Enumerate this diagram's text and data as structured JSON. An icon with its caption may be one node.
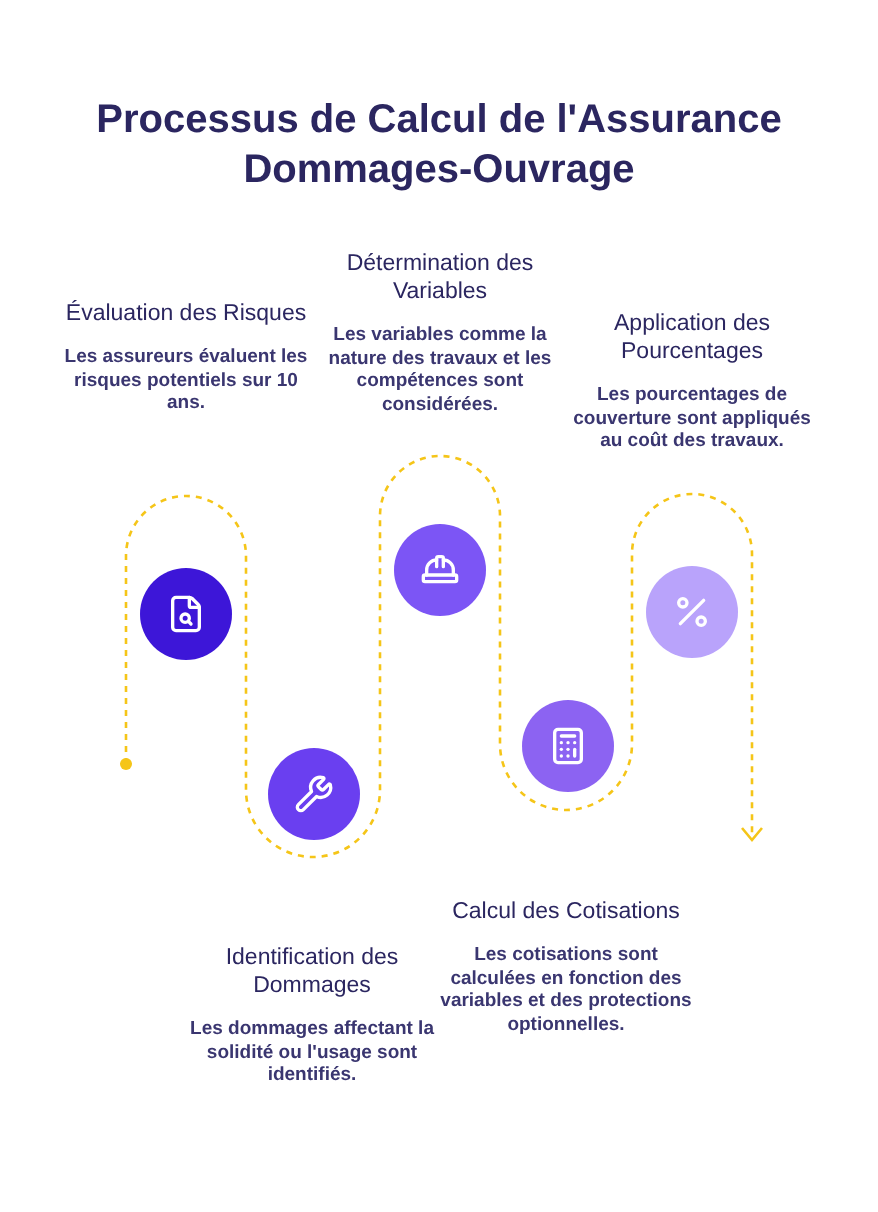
{
  "diagram": {
    "title": "Processus de Calcul de l'Assurance Dommages-Ouvrage",
    "nodes": [
      {
        "text": [
          "Évaluation des Risques",
          "Les assureurs évaluent les risques potentiels sur 10 ans."
        ]
      },
      {
        "text": [
          "Détermination des Variables",
          "Les variables comme la nature des travaux et les compétences sont considérées."
        ]
      },
      {
        "text": [
          "Application des Pourcentages",
          "Les pourcentages de couverture sont appliqués au coût des travaux."
        ]
      },
      {
        "text": [],
        "shape": "circle"
      },
      {
        "text": [],
        "shape": "circle"
      },
      {
        "text": [],
        "shape": "circle"
      },
      {
        "text": [],
        "shape": "circle"
      },
      {
        "text": [],
        "shape": "circle"
      },
      {
        "text": [
          "Identification des Dommages",
          "Les dommages affectant la solidité ou l'usage sont identifiés."
        ]
      },
      {
        "text": [
          "Calcul des Cotisations",
          "Les cotisations sont calculées en fonction des variables et des protections optionnelles."
        ]
      }
    ]
  }
}
